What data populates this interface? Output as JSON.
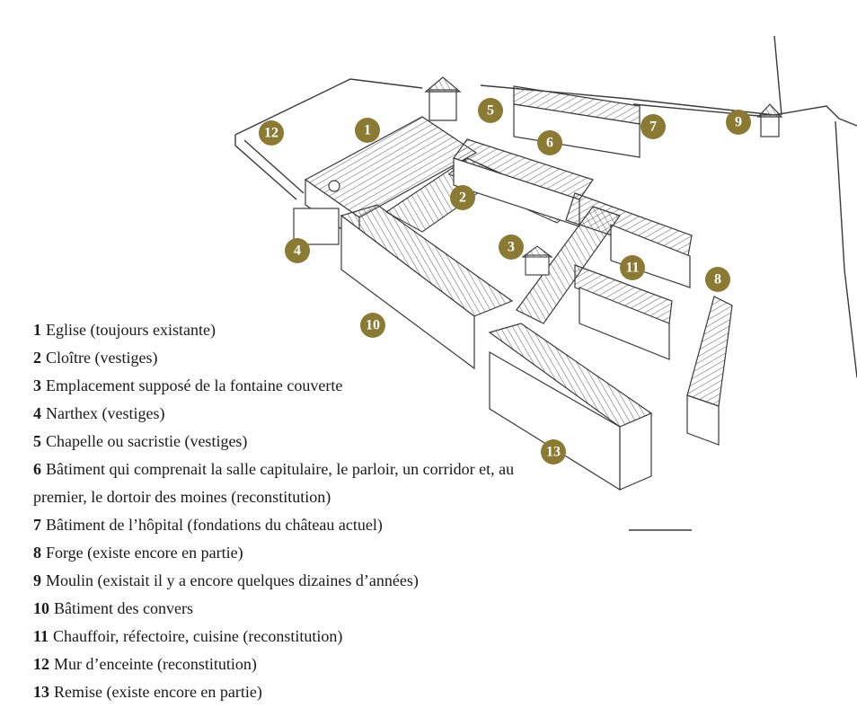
{
  "markers": [
    "1",
    "2",
    "3",
    "4",
    "5",
    "6",
    "7",
    "8",
    "9",
    "10",
    "11",
    "12",
    "13"
  ],
  "legend": [
    {
      "num": "1",
      "text": "Eglise (toujours existante)"
    },
    {
      "num": "2",
      "text": "Cloître (vestiges)"
    },
    {
      "num": "3",
      "text": "Emplacement supposé de la fontaine couverte"
    },
    {
      "num": "4",
      "text": "Narthex (vestiges)"
    },
    {
      "num": "5",
      "text": "Chapelle ou sacristie (vestiges)"
    },
    {
      "num": "6",
      "text": "Bâtiment qui comprenait la salle capitulaire, le parloir, un corridor et, au premier, le dortoir des moines (reconstitution)"
    },
    {
      "num": "7",
      "text": "Bâtiment de l’hôpital (fondations du château actuel)"
    },
    {
      "num": "8",
      "text": "Forge (existe encore en partie)"
    },
    {
      "num": "9",
      "text": "Moulin (existait il y a encore quelques dizaines d’années)"
    },
    {
      "num": "10",
      "text": "Bâtiment des convers"
    },
    {
      "num": "11",
      "text": "Chauffoir, réfectoire, cuisine (reconstitution)"
    },
    {
      "num": "12",
      "text": "Mur d’enceinte (reconstitution)"
    },
    {
      "num": "13",
      "text": "Remise (existe encore en partie)"
    }
  ],
  "colors": {
    "marker": "#8a7a33",
    "ink": "#3a3a3a",
    "text": "#1a1a1a"
  }
}
